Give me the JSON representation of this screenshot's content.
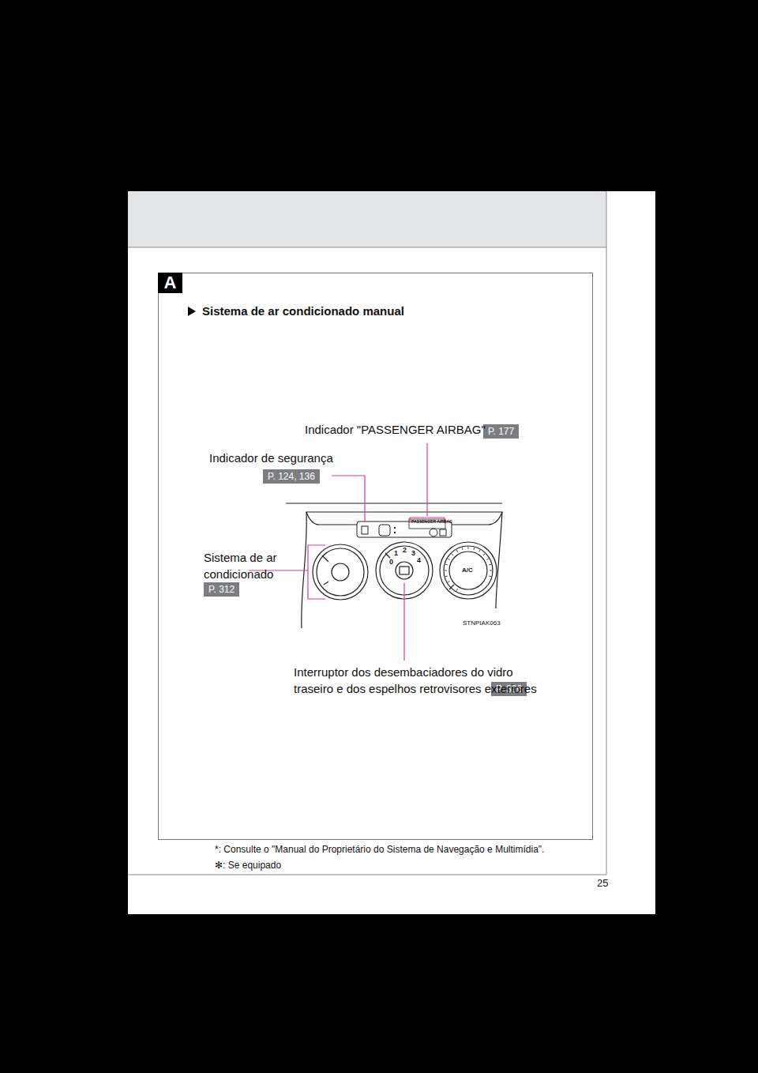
{
  "diagram": {
    "title": "Sistema de ar condicionado manual",
    "nodes": [
      {
        "text": [
          "A"
        ]
      },
      {
        "text": [
          "P. 177"
        ]
      },
      {
        "text": [
          "P. 124, 136"
        ]
      },
      {
        "text": [
          "P. 312"
        ]
      },
      {
        "text": [
          "P. 326"
        ]
      }
    ],
    "labels": [
      "Indicador \"PASSENGER AIRBAG\"",
      "Indicador de segurança",
      "Sistema de ar condicionado",
      "Interruptor dos desembaciadores do vidro traseiro e dos espelhos retrovisores exteriores",
      "STNPIAK063",
      "PASSENGER  AIRBAG",
      "A/C",
      "0",
      "1",
      "2",
      "3",
      "4",
      "*: Consulte o \"Manual do Proprietário do Sistema de Navegação e Multimídia\".",
      "✻: Se equipado",
      "25"
    ]
  }
}
